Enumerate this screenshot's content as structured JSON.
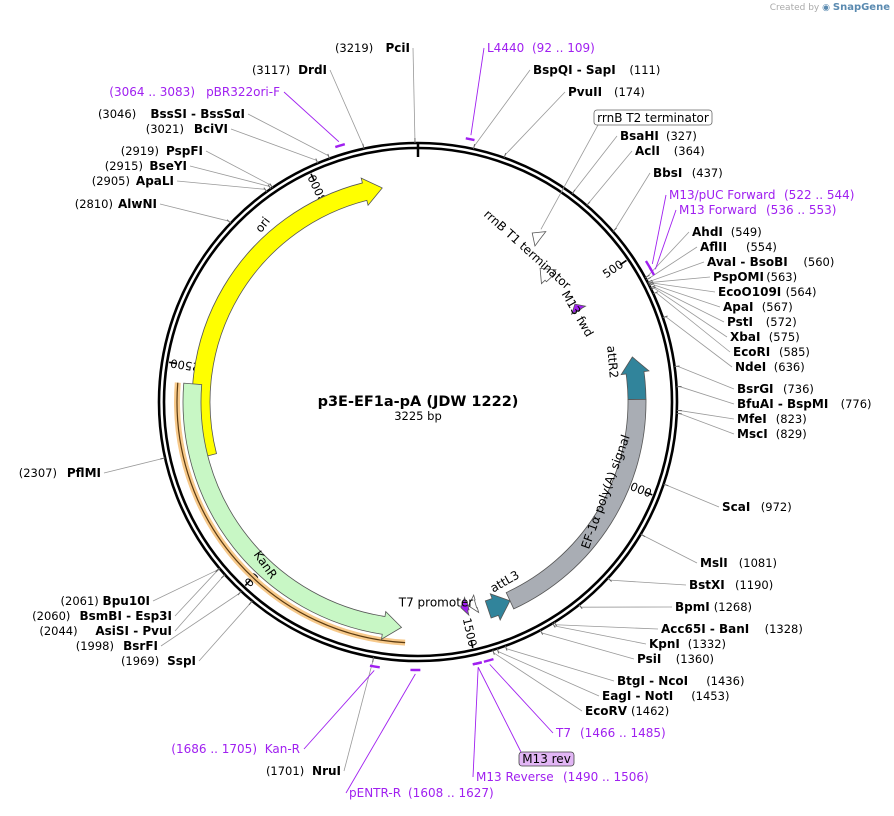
{
  "credit": {
    "created_by": "Created by",
    "brand": "SnapGene"
  },
  "plasmid": {
    "name": "p3E-EF1a-pA (JDW 1222)",
    "size_label": "3225 bp",
    "length": 3225
  },
  "ticks": [
    {
      "pos": 500,
      "label": "500"
    },
    {
      "pos": 1000,
      "label": "1000"
    },
    {
      "pos": 1500,
      "label": "1500"
    },
    {
      "pos": 2000,
      "label": "2000"
    },
    {
      "pos": 2500,
      "label": "2500"
    },
    {
      "pos": 3000,
      "label": "3000"
    }
  ],
  "features": [
    {
      "name": "ori",
      "label": "ori",
      "start": 2290,
      "end": 3140,
      "color": "#ffff00",
      "strand": "+"
    },
    {
      "name": "kanr",
      "label": "KanR",
      "start": 1650,
      "end": 2460,
      "color": "#c8f7c5",
      "strand": "-"
    },
    {
      "name": "ef1a",
      "label": "EF-1α poly(A) signal",
      "start": 800,
      "end": 1390,
      "color": "#a9adb4",
      "strand": "none"
    },
    {
      "name": "attr2",
      "label": "attR2",
      "start": 700,
      "end": 800,
      "color": "#31849b",
      "strand": "-"
    },
    {
      "name": "attl3",
      "label": "attL3",
      "start": 1390,
      "end": 1445,
      "color": "#31849b",
      "strand": "-"
    },
    {
      "name": "rrnb-t1",
      "label": "rrnB T1 terminator",
      "start": 380,
      "end": 420,
      "color": "#ffffff",
      "strand": "-"
    },
    {
      "name": "rrnb-t2",
      "label": "rrnB T2 terminator",
      "start": 305,
      "end": 330,
      "color": "#ffffff",
      "strand": "-"
    },
    {
      "name": "m13-fwd",
      "label": "M13 fwd",
      "start": 520,
      "end": 540,
      "color": "#a020f0",
      "strand": "-"
    },
    {
      "name": "t7-promoter",
      "label": "T7 promoter",
      "start": 1470,
      "end": 1488,
      "color": "#ffffff",
      "strand": "+"
    },
    {
      "name": "m13-rev-feat",
      "label": "",
      "start": 1489,
      "end": 1507,
      "color": "#a020f0",
      "strand": "+"
    }
  ],
  "cut_sites": [
    {
      "name": "PciI",
      "pos_label": "(3219)",
      "pos": 3219
    },
    {
      "name": "DrdI",
      "pos_label": "(3117)",
      "pos": 3117
    },
    {
      "name": "BssSI - BssSαI",
      "pos_label": "(3046)",
      "pos": 3046
    },
    {
      "name": "BciVI",
      "pos_label": "(3021)",
      "pos": 3021
    },
    {
      "name": "PspFI",
      "pos_label": "(2919)",
      "pos": 2919
    },
    {
      "name": "BseYI",
      "pos_label": "(2915)",
      "pos": 2915
    },
    {
      "name": "ApaLI",
      "pos_label": "(2905)",
      "pos": 2905
    },
    {
      "name": "AlwNI",
      "pos_label": "(2810)",
      "pos": 2810
    },
    {
      "name": "PflMI",
      "pos_label": "(2307)",
      "pos": 2307
    },
    {
      "name": "Bpu10I",
      "pos_label": "(2061)",
      "pos": 2061
    },
    {
      "name": "BsmBI - Esp3I",
      "pos_label": "(2060)",
      "pos": 2060
    },
    {
      "name": "AsiSI - PvuI",
      "pos_label": "(2044)",
      "pos": 2044
    },
    {
      "name": "BsrFI",
      "pos_label": "(1998)",
      "pos": 1998
    },
    {
      "name": "SspI",
      "pos_label": "(1969)",
      "pos": 1969
    },
    {
      "name": "NruI",
      "pos_label": "(1701)",
      "pos": 1701
    },
    {
      "name": "BspQI - SapI",
      "pos_label": "(111)",
      "pos": 111
    },
    {
      "name": "PvuII",
      "pos_label": "(174)",
      "pos": 174
    },
    {
      "name": "BsaHI",
      "pos_label": "(327)",
      "pos": 327
    },
    {
      "name": "AclI",
      "pos_label": "(364)",
      "pos": 364
    },
    {
      "name": "BbsI",
      "pos_label": "(437)",
      "pos": 437
    },
    {
      "name": "AhdI",
      "pos_label": "(549)",
      "pos": 549
    },
    {
      "name": "AflII",
      "pos_label": "(554)",
      "pos": 554
    },
    {
      "name": "AvaI - BsoBI",
      "pos_label": "(560)",
      "pos": 560
    },
    {
      "name": "PspOMI",
      "pos_label": "(563)",
      "pos": 563
    },
    {
      "name": "EcoO109I",
      "pos_label": "(564)",
      "pos": 564
    },
    {
      "name": "ApaI",
      "pos_label": "(567)",
      "pos": 567
    },
    {
      "name": "PstI",
      "pos_label": "(572)",
      "pos": 572
    },
    {
      "name": "XbaI",
      "pos_label": "(575)",
      "pos": 575
    },
    {
      "name": "EcoRI",
      "pos_label": "(585)",
      "pos": 585
    },
    {
      "name": "NdeI",
      "pos_label": "(636)",
      "pos": 636
    },
    {
      "name": "BsrGI",
      "pos_label": "(736)",
      "pos": 736
    },
    {
      "name": "BfuAI - BspMI",
      "pos_label": "(776)",
      "pos": 776
    },
    {
      "name": "MfeI",
      "pos_label": "(823)",
      "pos": 823
    },
    {
      "name": "MscI",
      "pos_label": "(829)",
      "pos": 829
    },
    {
      "name": "ScaI",
      "pos_label": "(972)",
      "pos": 972
    },
    {
      "name": "MslI",
      "pos_label": "(1081)",
      "pos": 1081
    },
    {
      "name": "BstXI",
      "pos_label": "(1190)",
      "pos": 1190
    },
    {
      "name": "BpmI",
      "pos_label": "(1268)",
      "pos": 1268
    },
    {
      "name": "Acc65I - BanI",
      "pos_label": "(1328)",
      "pos": 1328
    },
    {
      "name": "KpnI",
      "pos_label": "(1332)",
      "pos": 1332
    },
    {
      "name": "PsiI",
      "pos_label": "(1360)",
      "pos": 1360
    },
    {
      "name": "BtgI - NcoI",
      "pos_label": "(1436)",
      "pos": 1436
    },
    {
      "name": "EagI - NotI",
      "pos_label": "(1453)",
      "pos": 1453
    },
    {
      "name": "EcoRV",
      "pos_label": "(1462)",
      "pos": 1462
    }
  ],
  "primers": [
    {
      "name": "L4440",
      "range": "(92 .. 109)",
      "start": 92,
      "end": 109
    },
    {
      "name": "pBR322ori-F",
      "range": "(3064 .. 3083)",
      "start": 3064,
      "end": 3083
    },
    {
      "name": "M13/pUC Forward",
      "range": "(522 .. 544)",
      "start": 522,
      "end": 544
    },
    {
      "name": "M13 Forward",
      "range": "(536 .. 553)",
      "start": 536,
      "end": 553
    },
    {
      "name": "T7",
      "range": "(1466 .. 1485)",
      "start": 1466,
      "end": 1485
    },
    {
      "name": "M13 rev",
      "range": "",
      "start": 1489,
      "end": 1507
    },
    {
      "name": "M13 Reverse",
      "range": "(1490 .. 1506)",
      "start": 1490,
      "end": 1506
    },
    {
      "name": "pENTR-R",
      "range": "(1608 .. 1627)",
      "start": 1608,
      "end": 1627
    },
    {
      "name": "Kan-R",
      "range": "(1686 .. 1705)",
      "start": 1686,
      "end": 1705
    }
  ]
}
